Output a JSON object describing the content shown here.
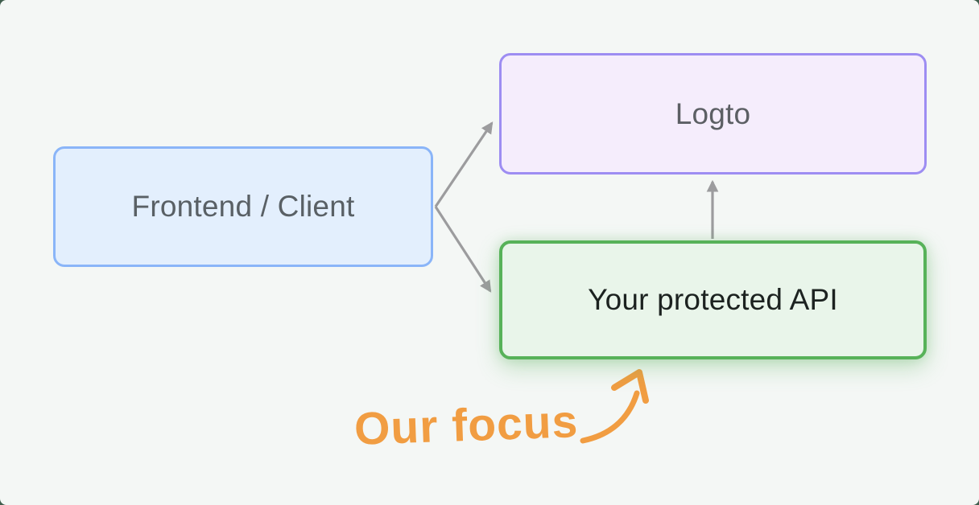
{
  "page": {
    "background": "#f4f7f5",
    "outer_background": "#3f5e4d"
  },
  "diagram": {
    "nodes": [
      {
        "id": "frontend",
        "label": "Frontend / Client",
        "bg": "#e3effd",
        "border": "#8ab5f8",
        "text": "#596065"
      },
      {
        "id": "logto",
        "label": "Logto",
        "bg": "#f5edfc",
        "border": "#9d8df2",
        "text": "#5c5f64"
      },
      {
        "id": "api",
        "label": "Your protected API",
        "bg": "#e9f5ea",
        "border": "#57b259",
        "text": "#1c2220"
      }
    ],
    "edges": [
      {
        "from": "frontend",
        "to": "logto"
      },
      {
        "from": "frontend",
        "to": "api"
      },
      {
        "from": "api",
        "to": "logto"
      }
    ],
    "edge_color": "#9c9c9e",
    "annotation": {
      "label": "Our focus",
      "color": "#f19d42",
      "target": "api"
    }
  }
}
